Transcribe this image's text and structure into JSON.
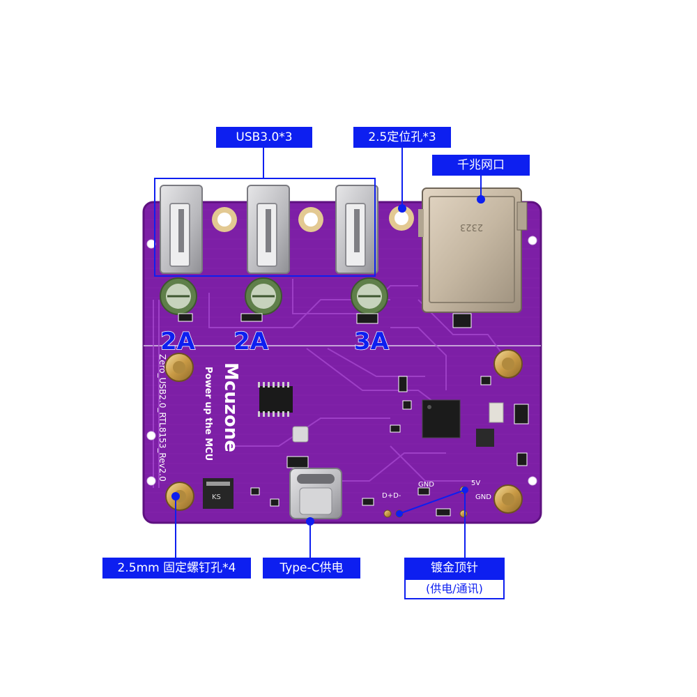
{
  "labels": {
    "usb": "USB3.0*3",
    "locating_holes": "2.5定位孔*3",
    "ethernet": "千兆网口",
    "screw_holes": "2.5mm 固定螺钉孔*4",
    "type_c": "Type-C供电",
    "gold_pins": "镀金顶针",
    "gold_pins_sub": "(供电/通讯)"
  },
  "ratings": [
    "2A",
    "2A",
    "3A"
  ],
  "silkscreen": {
    "brand": "Mcuzone",
    "slogan": "Power up the MCU",
    "model": "Zero_USB2.0_RTL8153_Rev2.0",
    "rj45_text": "2323",
    "pin_5v": "5V",
    "pin_gnd_a": "GND",
    "pin_gnd_b": "GND",
    "pin_d": "D+D-",
    "diode_mark": "KS"
  },
  "colors": {
    "pcb": "#7d1fa6",
    "pcb_light": "#9a38c6",
    "callout": "#0d1ff0",
    "gold": "#d8b160",
    "metal": "#c9c9cc"
  }
}
